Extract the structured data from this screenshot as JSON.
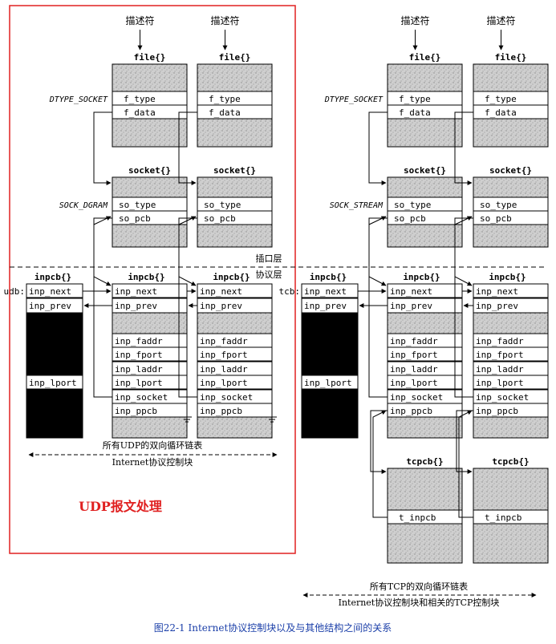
{
  "labels": {
    "descriptor": "描述符",
    "file_title": "file{}",
    "socket_title": "socket{}",
    "inpcb_title": "inpcb{}",
    "tcpcb_title": "tcpcb{}",
    "dtype_socket": "DTYPE_SOCKET",
    "sock_dgram": "SOCK_DGRAM",
    "sock_stream": "SOCK_STREAM",
    "udb": "udb:",
    "tcb": "tcb:",
    "socket_layer": "插口层",
    "protocol_layer": "协议层",
    "udp_list": "所有UDP的双向循环链表",
    "udp_pcb": "Internet协议控制块",
    "tcp_list": "所有TCP的双向循环链表",
    "tcp_pcb": "Internet协议控制块和相关的TCP控制块",
    "udp_processing": "UDP报文处理",
    "caption": "图22-1   Internet协议控制块以及与其他结构之间的关系"
  },
  "fields": {
    "file": [
      "f_type",
      "f_data"
    ],
    "socket": [
      "so_type",
      "so_pcb"
    ],
    "inpcb": [
      "inp_next",
      "inp_prev",
      "inp_faddr",
      "inp_fport",
      "inp_laddr",
      "inp_lport",
      "inp_socket",
      "inp_ppcb"
    ],
    "head": [
      "inp_next",
      "inp_prev",
      "inp_lport"
    ],
    "tcpcb": [
      "t_inpcb"
    ]
  },
  "colors": {
    "highlight": "#e02020",
    "caption": "#1a3ea8",
    "shade": "#c8c8c8",
    "line": "#000000"
  }
}
